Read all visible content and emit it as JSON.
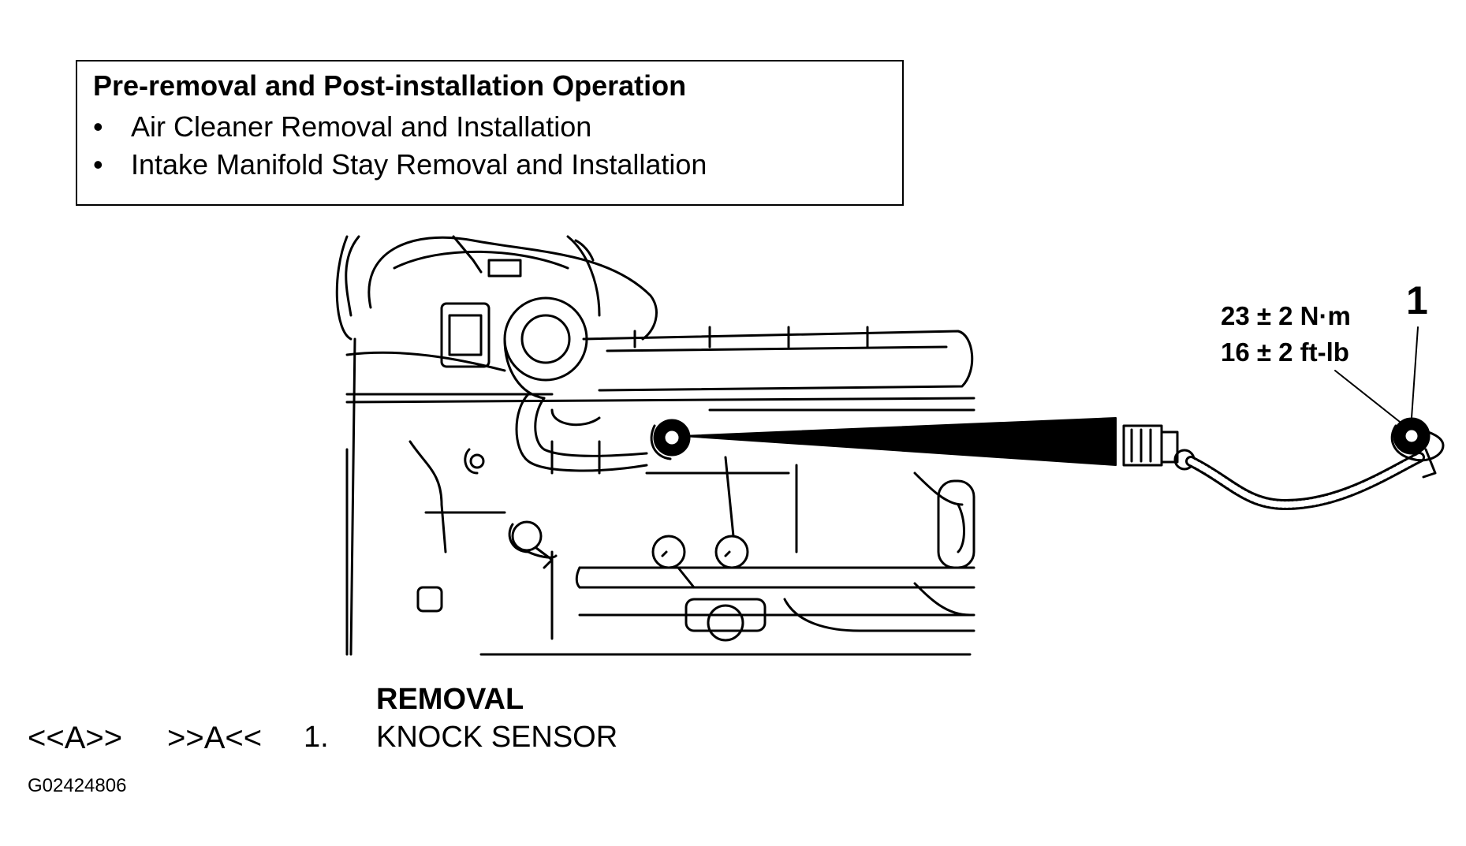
{
  "operation_box": {
    "title": "Pre-removal and Post-installation Operation",
    "items": [
      "Air Cleaner Removal and Installation",
      "Intake Manifold Stay Removal and Installation"
    ],
    "bullet": "•"
  },
  "callout": {
    "torque_nm": "23 ± 2 N·m",
    "torque_ftlb": "16 ± 2 ft-lb",
    "number": "1"
  },
  "removal": {
    "title": "REMOVAL",
    "row": {
      "removal_code": "<<A>>",
      "install_code": ">>A<<",
      "number": "1.",
      "part": "KNOCK SENSOR"
    }
  },
  "figure_id": "G02424806"
}
